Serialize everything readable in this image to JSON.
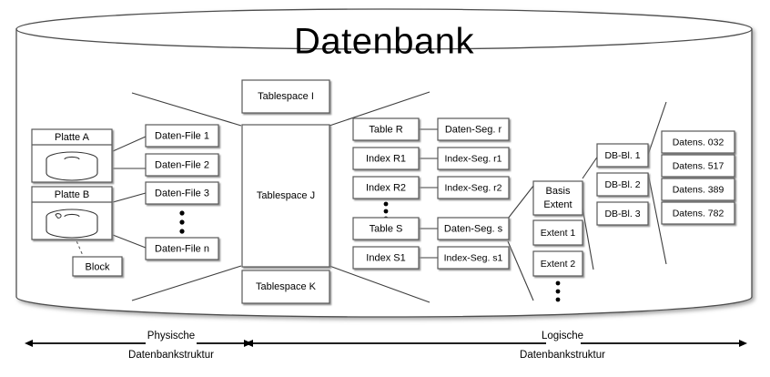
{
  "title": "Datenbank",
  "colors": {
    "box_stroke": "#595959",
    "cylinder_stroke": "#4d4d4d",
    "connector": "#3d3d3d",
    "background": "#ffffff",
    "text": "#000000"
  },
  "physical": {
    "disks": [
      {
        "label": "Platte A"
      },
      {
        "label": "Platte B"
      }
    ],
    "block_label": "Block",
    "data_files": [
      "Daten-File 1",
      "Daten-File 2",
      "Daten-File 3",
      "Daten-File n"
    ],
    "ellipsis_after_index": 2
  },
  "tablespaces": [
    "Tablespace I",
    "Tablespace J",
    "Tablespace K"
  ],
  "objects": [
    "Table R",
    "Index R1",
    "Index R2",
    "Table S",
    "Index S1"
  ],
  "segments": [
    "Daten-Seg. r",
    "Index-Seg. r1",
    "Index-Seg. r2",
    "Daten-Seg. s",
    "Index-Seg. s1"
  ],
  "extents": [
    "Basis\nExtent",
    "Extent 1",
    "Extent 2"
  ],
  "extent_labels": {
    "basis_line1": "Basis",
    "basis_line2": "Extent",
    "extent1": "Extent 1",
    "extent2": "Extent 2"
  },
  "db_blocks": [
    "DB-Bl. 1",
    "DB-Bl. 2",
    "DB-Bl. 3"
  ],
  "records": [
    "Datens. 032",
    "Datens. 517",
    "Datens. 389",
    "Datens. 782"
  ],
  "axes": [
    {
      "line1": "Physische",
      "line2": "Datenbankstruktur"
    },
    {
      "line1": "Logische",
      "line2": "Datenbankstruktur"
    }
  ]
}
